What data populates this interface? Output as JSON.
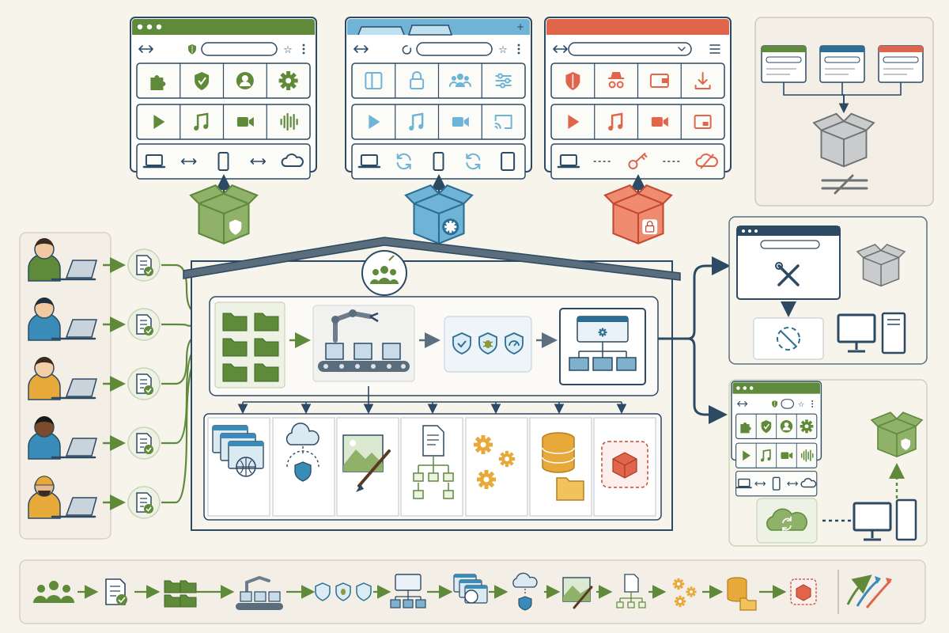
{
  "palette": {
    "background": "#f7f4ec",
    "green": "#5f8a3a",
    "green_light": "#8fb16a",
    "blue": "#3a8cb8",
    "blue_light": "#6fb3d6",
    "red": "#e0654a",
    "red_light": "#ef8c6f",
    "navy": "#2c4a63",
    "gold": "#e6a93a",
    "gray": "#8a8f93"
  },
  "browsers": [
    {
      "id": "green",
      "style": "standard",
      "toolbar_icons": [
        "back-forward-arrows-icon",
        "shield-icon",
        "address-bar",
        "star-icon",
        "kebab-menu-icon"
      ],
      "rows": [
        [
          "puzzle-extension-icon",
          "shield-check-icon",
          "profile-icon",
          "gear-icon"
        ],
        [
          "play-icon",
          "music-note-icon",
          "video-camera-icon",
          "audio-wave-icon"
        ],
        [
          "laptop-icon",
          "sync-arrows-icon",
          "phone-icon",
          "sync-arrows-icon",
          "cloud-icon"
        ]
      ],
      "package": "shield-check-box-icon"
    },
    {
      "id": "blue",
      "style": "tabbed",
      "toolbar_icons": [
        "back-forward-arrows-icon",
        "reload-icon",
        "address-bar",
        "star-icon",
        "kebab-menu-icon"
      ],
      "rows": [
        [
          "sidebar-panel-icon",
          "lock-icon",
          "group-users-icon",
          "sliders-icon"
        ],
        [
          "play-icon",
          "music-note-icon",
          "video-camera-icon",
          "cast-icon"
        ],
        [
          "laptop-icon",
          "refresh-icon",
          "phone-icon",
          "refresh-icon",
          "tablet-icon"
        ]
      ],
      "package": "gear-box-icon"
    },
    {
      "id": "red",
      "style": "minimal",
      "toolbar_icons": [
        "back-arrow-icon",
        "dropdown-address-bar",
        "hamburger-menu-icon"
      ],
      "rows": [
        [
          "shield-icon",
          "incognito-icon",
          "wallet-icon",
          "download-icon"
        ],
        [
          "play-icon",
          "music-note-icon",
          "video-camera-icon",
          "picture-in-picture-icon"
        ],
        [
          "laptop-icon",
          "dashed-link-icon",
          "key-icon",
          "dashed-link-icon",
          "cloud-off-icon"
        ]
      ],
      "package": "padlock-box-icon"
    }
  ],
  "merge_panel": {
    "sources": [
      "green",
      "blue",
      "red"
    ],
    "result": "gray-box-icon",
    "symbol": "not-equal-icon"
  },
  "developers": [
    {
      "id": "dev-1",
      "shirt": "#5f8a3a",
      "hair": "#3b2a20",
      "skin": "#f0c9a0"
    },
    {
      "id": "dev-2",
      "shirt": "#3a8cb8",
      "hair": "#1f2f3f",
      "skin": "#f0c9a0"
    },
    {
      "id": "dev-3",
      "shirt": "#e6a93a",
      "hair": "#3b2a20",
      "skin": "#f3cfa7"
    },
    {
      "id": "dev-4",
      "shirt": "#3a8cb8",
      "hair": "#1a1a1a",
      "skin": "#7a4a2a"
    },
    {
      "id": "dev-5",
      "shirt": "#e6a93a",
      "hair": "#e6a93a",
      "skin": "#e9b88a"
    }
  ],
  "pipeline_stages": [
    "source-folders-icon",
    "robot-assembly-icon",
    "security-checks-icon",
    "build-config-icon"
  ],
  "component_tiles": [
    "web-windows-globe-icon",
    "cloud-distribution-shield-icon",
    "image-editor-icon",
    "document-flowchart-icon",
    "gears-icon",
    "database-folder-icon",
    "isolated-package-icon"
  ],
  "outputs": [
    {
      "id": "repair-output",
      "content": [
        "wrench-screwdriver-icon",
        "broken-cycle-icon",
        "gray-box-icon",
        "desktop-computer-icon"
      ]
    },
    {
      "id": "synced-output",
      "content": [
        "green-browser-icon",
        "shield-check-box-icon",
        "cloud-sync-icon",
        "desktop-computer-icon"
      ]
    }
  ],
  "summary_flow": [
    "team-icon",
    "document-check-icon",
    "source-folders-icon",
    "robot-assembly-icon",
    "security-checks-icon",
    "build-config-icon",
    "web-windows-globe-icon",
    "cloud-distribution-shield-icon",
    "image-editor-icon",
    "document-flowchart-icon",
    "gears-icon",
    "database-folder-icon",
    "isolated-package-icon",
    "trending-arrows-icon"
  ]
}
